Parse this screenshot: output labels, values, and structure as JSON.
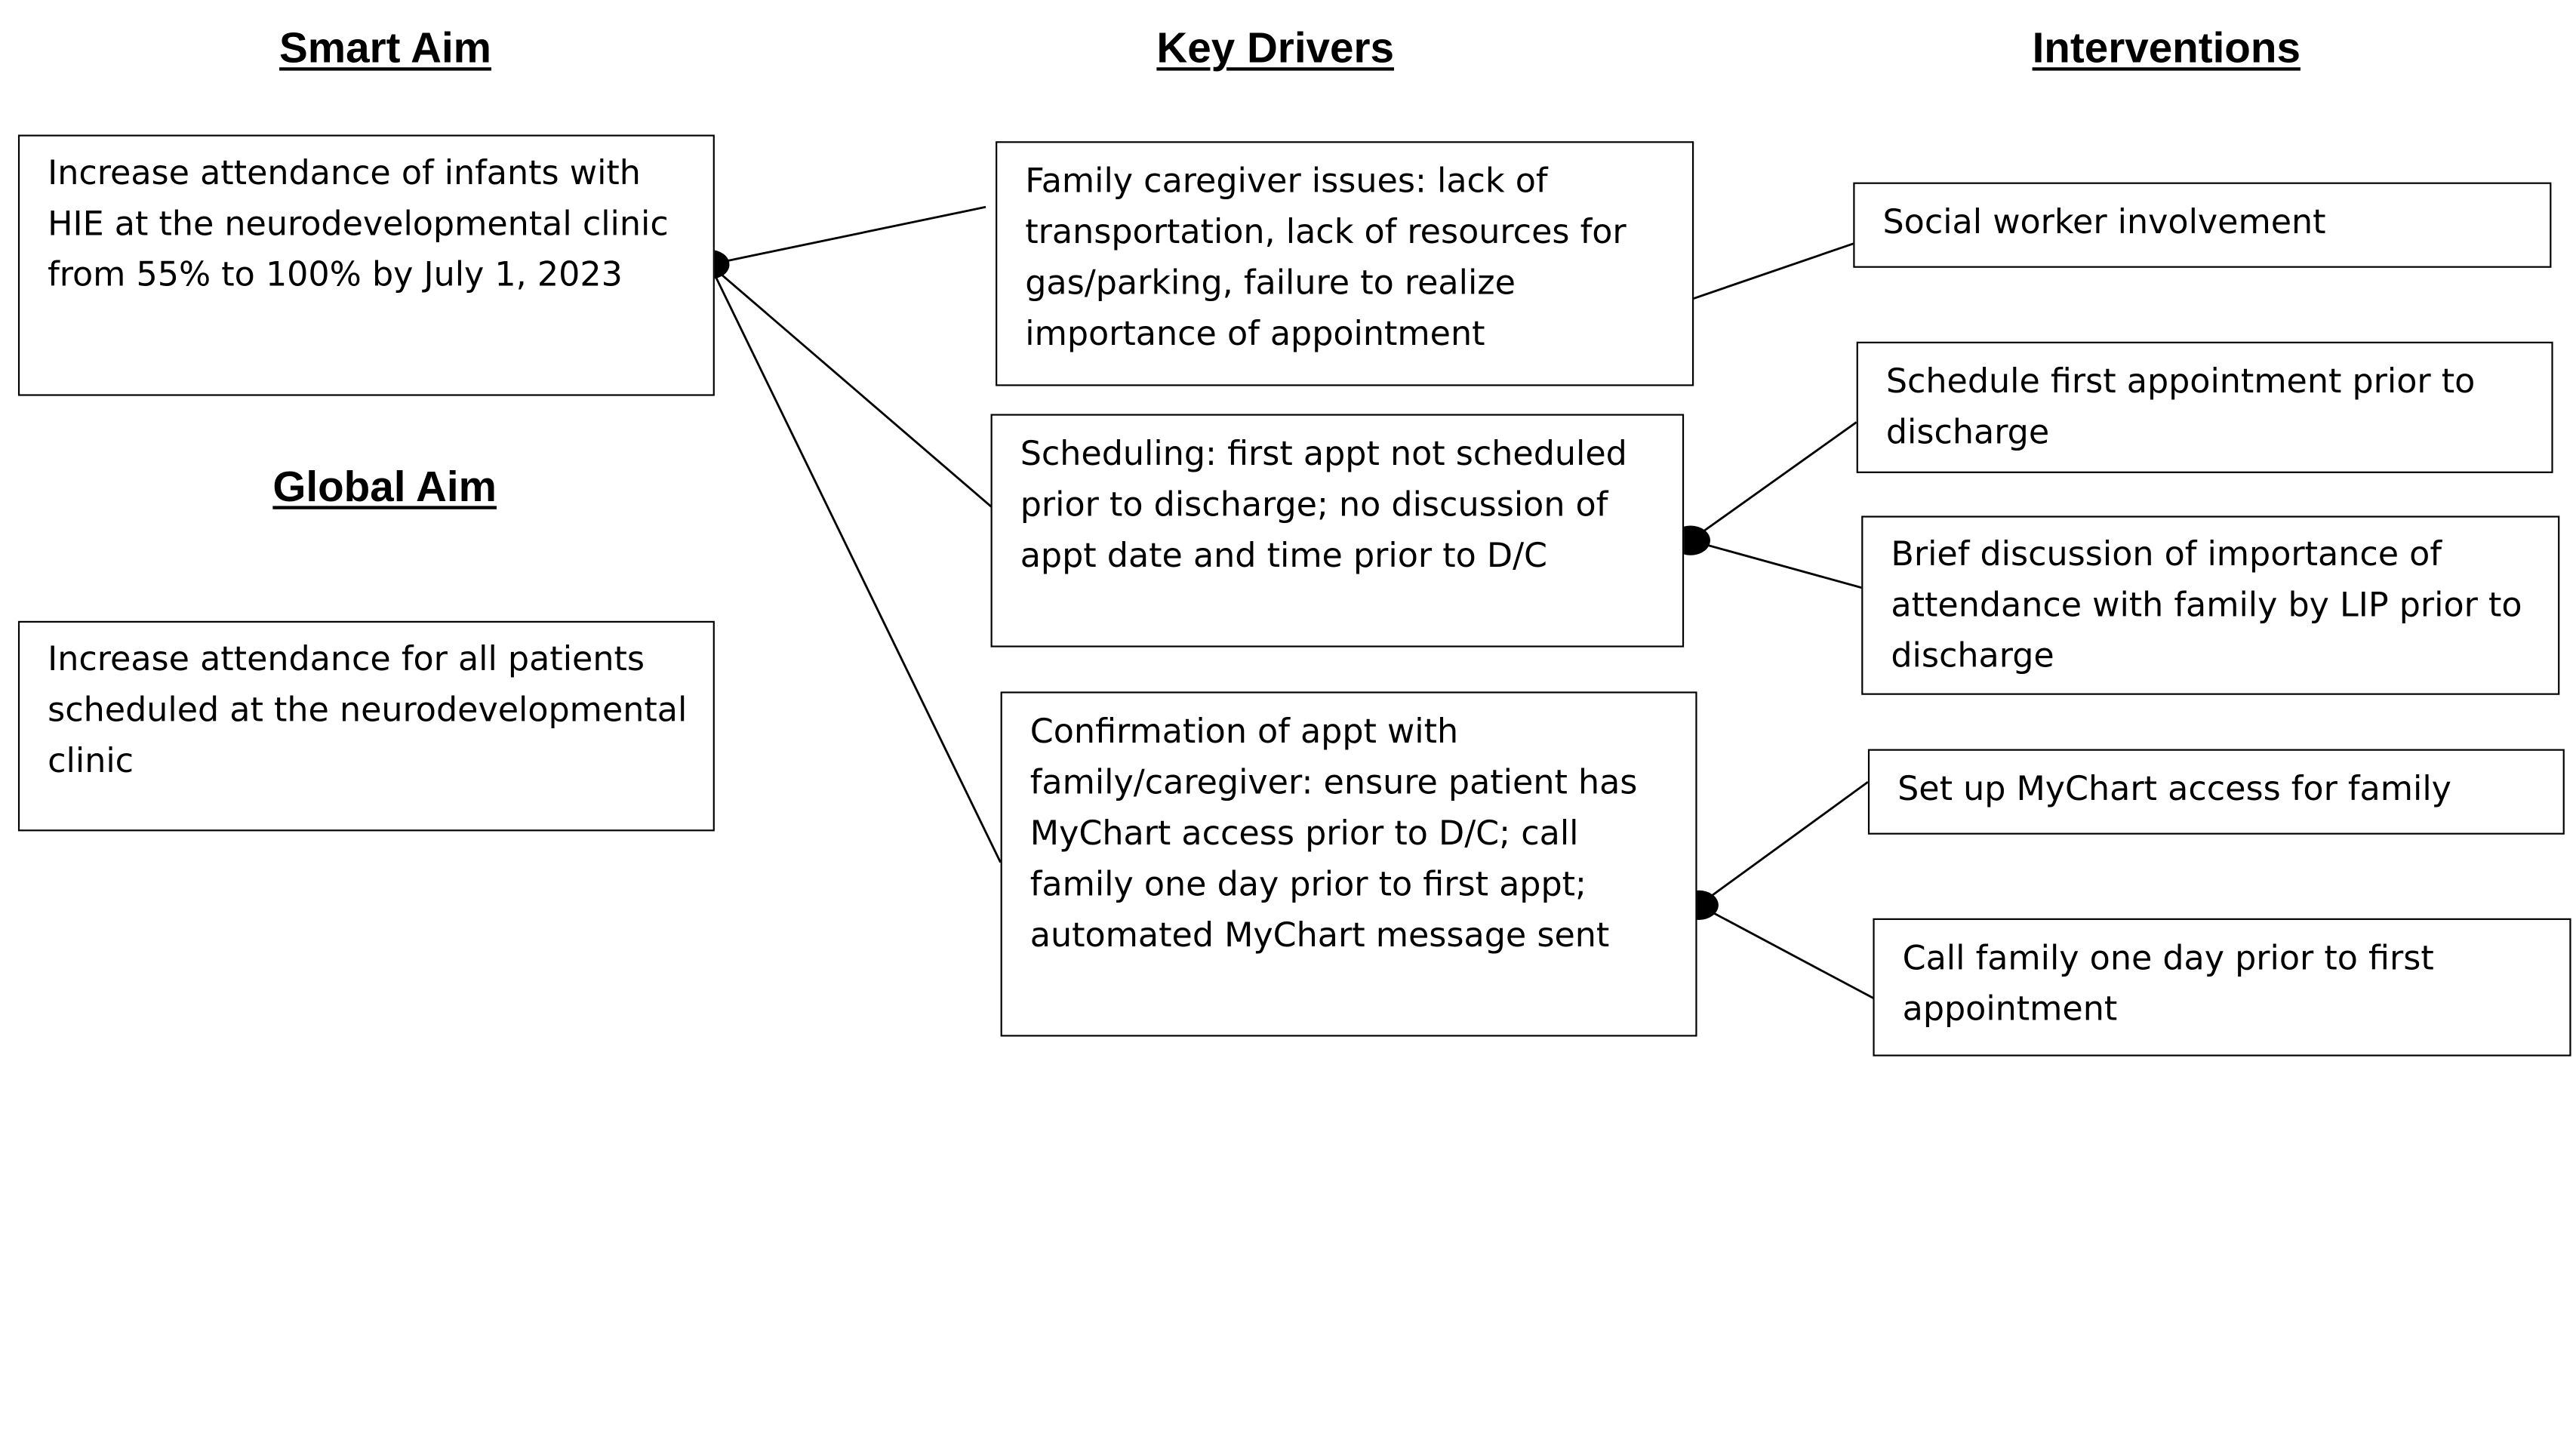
{
  "headings": {
    "smart_aim": "Smart Aim",
    "global_aim": "Global Aim",
    "key_drivers": "Key Drivers",
    "interventions": "Interventions"
  },
  "smart_aim": {
    "text": "Increase attendance of infants with HIE at the neurodevelopmental clinic from 55% to 100% by July 1, 2023"
  },
  "global_aim": {
    "text": "Increase attendance for all patients scheduled at the neurodevelopmental clinic"
  },
  "key_drivers": [
    {
      "text": "Family caregiver issues:  lack of transportation, lack of resources for gas/parking, failure to realize importance of appointment"
    },
    {
      "text": "Scheduling:  first appt not scheduled prior to discharge; no discussion of appt date and time prior to D/C"
    },
    {
      "text": "Confirmation of appt with family/caregiver:  ensure patient has MyChart access prior to D/C; call family one day prior to first appt; automated MyChart message sent"
    }
  ],
  "interventions": [
    {
      "text": "Social worker involvement"
    },
    {
      "text": "Schedule first appointment prior to discharge"
    },
    {
      "text": "Brief discussion of importance of attendance with family by LIP prior to discharge"
    },
    {
      "text": "Set up MyChart access for family"
    },
    {
      "text": "Call family one day prior to first appointment"
    }
  ]
}
